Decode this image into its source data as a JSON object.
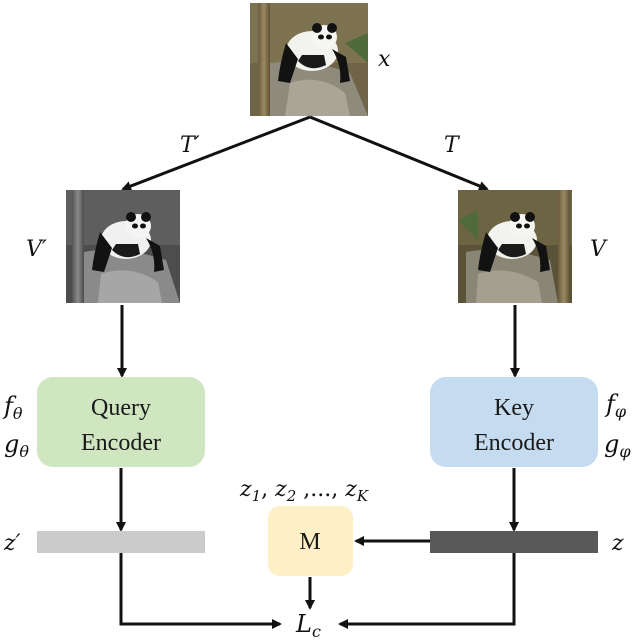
{
  "input": {
    "label": "x"
  },
  "transforms": {
    "left": "T′",
    "right": "T"
  },
  "views": {
    "left": "V′",
    "right": "V"
  },
  "query_encoder": {
    "line1": "Query",
    "line2": "Encoder",
    "param1": {
      "base": "f",
      "sub": "θ"
    },
    "param2": {
      "base": "g",
      "sub": "θ"
    },
    "color": "#cfe6c1"
  },
  "key_encoder": {
    "line1": "Key",
    "line2": "Encoder",
    "param1": {
      "base": "f",
      "sub": "φ"
    },
    "param2": {
      "base": "g",
      "sub": "φ"
    },
    "color": "#c5dcf0"
  },
  "embeddings": {
    "query": {
      "label": "z′",
      "color": "#cbcbcb"
    },
    "key": {
      "label": "z",
      "color": "#595959"
    }
  },
  "memory": {
    "label": "M",
    "color": "#fdf0c6",
    "queue": {
      "z1": "z",
      "z1_sub": "1",
      "z2": "z",
      "z2_sub": "2",
      "sep": " ,..., ",
      "zk": "z",
      "zk_sub": "K"
    }
  },
  "loss": {
    "base": "L",
    "sub": "c"
  }
}
